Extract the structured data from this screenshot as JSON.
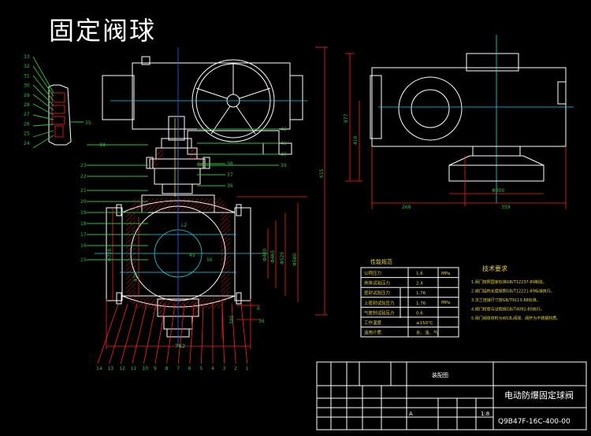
{
  "title": "固定阀球",
  "left_callouts": [
    "33",
    "32",
    "31",
    "30",
    "29",
    "28",
    "27",
    "26",
    "25",
    "24"
  ],
  "side_callouts": [
    "35",
    "34",
    "23",
    "22",
    "21",
    "20",
    "19",
    "18",
    "17",
    "16",
    "15",
    "14"
  ],
  "bottom_callouts": [
    "14",
    "13",
    "12",
    "11",
    "10",
    "9",
    "8",
    "7",
    "6",
    "5",
    "4",
    "3",
    "2",
    "1"
  ],
  "right_callouts": [
    "42",
    "41",
    "40",
    "39",
    "38",
    "37",
    "36"
  ],
  "mid_labels": {
    "l2": "L2",
    "n45": "45",
    "n56": "56",
    "n36": "36",
    "dim762": "762",
    "dn728": "Φ728",
    "n470": "470",
    "d400": "Φ400",
    "d465": "Φ465",
    "d525": "Φ525",
    "d580": "Φ580",
    "h380": "380",
    "n6": "6",
    "h615": "615",
    "h877": "877",
    "h410": "410"
  },
  "right_view_dims": {
    "d300": "Φ300",
    "w268": "268",
    "w359": "359"
  },
  "tech_table": {
    "title": "性能规范",
    "header": [
      "公称压力",
      "1.6",
      "MPa"
    ],
    "rows": [
      [
        "壳体试验压力",
        "2.4",
        ""
      ],
      [
        "密封试验压力",
        "1.76",
        ""
      ],
      [
        "上密封试验压力",
        "1.76",
        ""
      ],
      [
        "气密封试验压力",
        "0.6",
        ""
      ],
      [
        "工作温度",
        "≤150℃",
        ""
      ],
      [
        "适用介质",
        "水、油、气",
        ""
      ]
    ],
    "units_col": [
      "MPa",
      "MPa"
    ]
  },
  "requirements": {
    "title": "技术要求",
    "items": [
      "1.阀门按照国家标准GB/T12237-89制造。",
      "2.阀门结构长度按照GB/T12221-89标准执行。",
      "3.法兰连接尺寸按GB/T9113-88标准。",
      "4.阀门检验与试验按GB/T4092-85执行。",
      "5.阀门阀体材料为WCB,阀球、阀杆为不锈钢材质。"
    ]
  },
  "title_block": {
    "assembly": "装配图",
    "name": "电动防爆固定球阀",
    "code": "Q9B47F-16C-400-00",
    "scale": "1:8",
    "mark": "A"
  }
}
